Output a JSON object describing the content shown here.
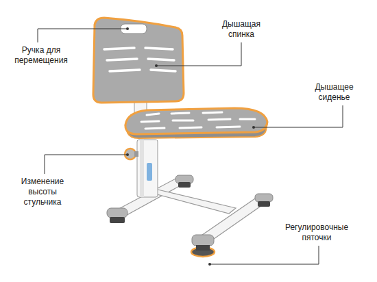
{
  "diagram": {
    "labels": [
      "Ручка для перемещения",
      "Дышащая спинка",
      "Дышащее сиденье",
      "Изменение высоты стульчика",
      "Регулировочные пяточки"
    ]
  }
}
